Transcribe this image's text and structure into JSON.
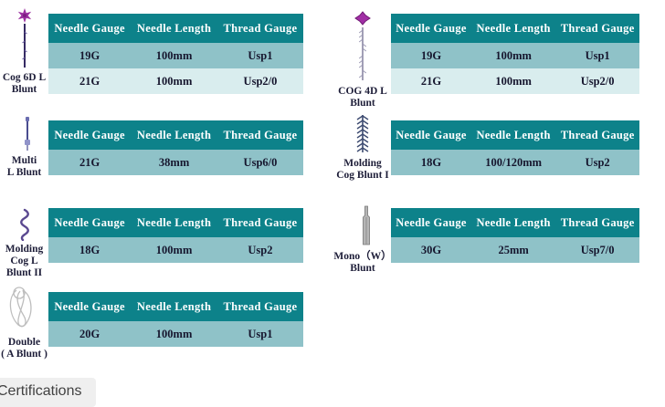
{
  "columns": [
    "Needle Gauge",
    "Needle Length",
    "Thread Gauge"
  ],
  "colors": {
    "header_bg": "#0d828a",
    "header_text": "#ffffff",
    "row_medium": "#8fc2c8",
    "row_light": "#d9edee",
    "cell_text": "#16162e",
    "label_text": "#1d1d38",
    "accent_purple": "#9b2fa0"
  },
  "products": [
    {
      "name": "Cog 6D L\nBlunt",
      "icon": "cog-6d-star-needle-icon",
      "rows": [
        [
          "19G",
          "100mm",
          "Usp1"
        ],
        [
          "21G",
          "100mm",
          "Usp2/0"
        ]
      ]
    },
    {
      "name": "COG 4D L\nBlunt",
      "icon": "cog-4d-star-needle-icon",
      "rows": [
        [
          "19G",
          "100mm",
          "Usp1"
        ],
        [
          "21G",
          "100mm",
          "Usp2/0"
        ]
      ]
    },
    {
      "name": "Multi\nL Blunt",
      "icon": "multi-needle-icon",
      "rows": [
        [
          "21G",
          "38mm",
          "Usp6/0"
        ]
      ]
    },
    {
      "name": "Molding\nCog Blunt I",
      "icon": "molding-cog-1-icon",
      "rows": [
        [
          "18G",
          "100/120mm",
          "Usp2"
        ]
      ]
    },
    {
      "name": "Molding\nCog L\nBlunt II",
      "icon": "molding-cog-2-icon",
      "rows": [
        [
          "18G",
          "100mm",
          "Usp2"
        ]
      ]
    },
    {
      "name": "Mono（W）\nBlunt",
      "icon": "mono-needle-icon",
      "rows": [
        [
          "30G",
          "25mm",
          "Usp7/0"
        ]
      ]
    },
    {
      "name": "Double\n( A Blunt )",
      "icon": "double-thread-loop-icon",
      "rows": [
        [
          "20G",
          "100mm",
          "Usp1"
        ]
      ]
    }
  ],
  "footer": {
    "label": "Certifications"
  }
}
